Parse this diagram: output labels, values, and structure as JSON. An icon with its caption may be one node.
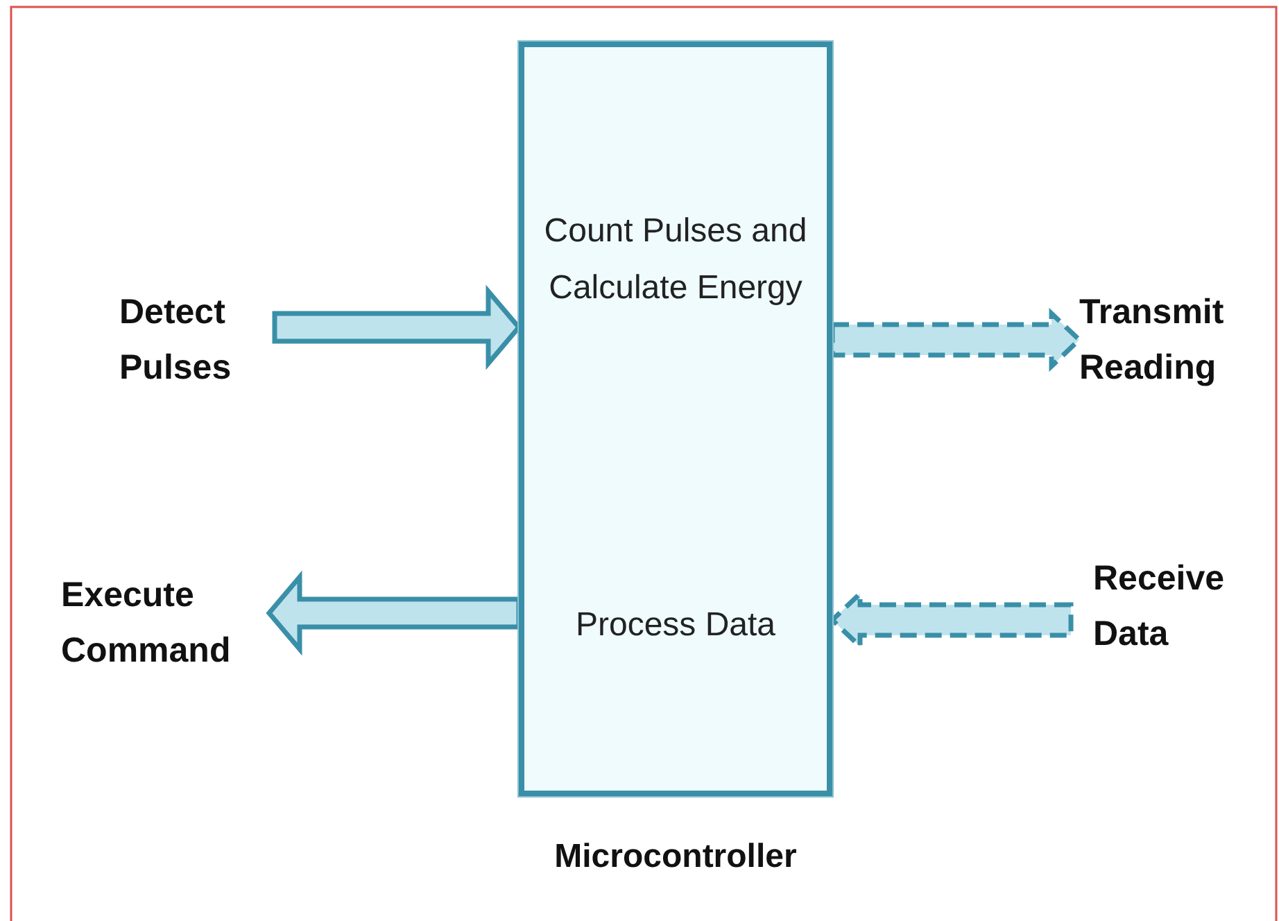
{
  "diagram": {
    "nodes": [
      {
        "text": [
          "Detect Pulses"
        ]
      },
      {
        "text": [
          "Count Pulses and Calculate Energy",
          "Process Data",
          "Microcontroller"
        ]
      },
      {
        "text": [
          "Transmit Reading"
        ]
      },
      {
        "text": [
          "Execute Command"
        ]
      },
      {
        "text": [
          "Receive Data"
        ]
      }
    ],
    "edges": [
      {
        "from": 0,
        "to": 1,
        "arrow": "to"
      },
      {
        "from": 1,
        "to": 2,
        "arrow": "to",
        "style": "dashed"
      },
      {
        "from": 1,
        "to": 3,
        "arrow": "to"
      },
      {
        "from": 4,
        "to": 1,
        "arrow": "to",
        "style": "dashed"
      }
    ]
  }
}
